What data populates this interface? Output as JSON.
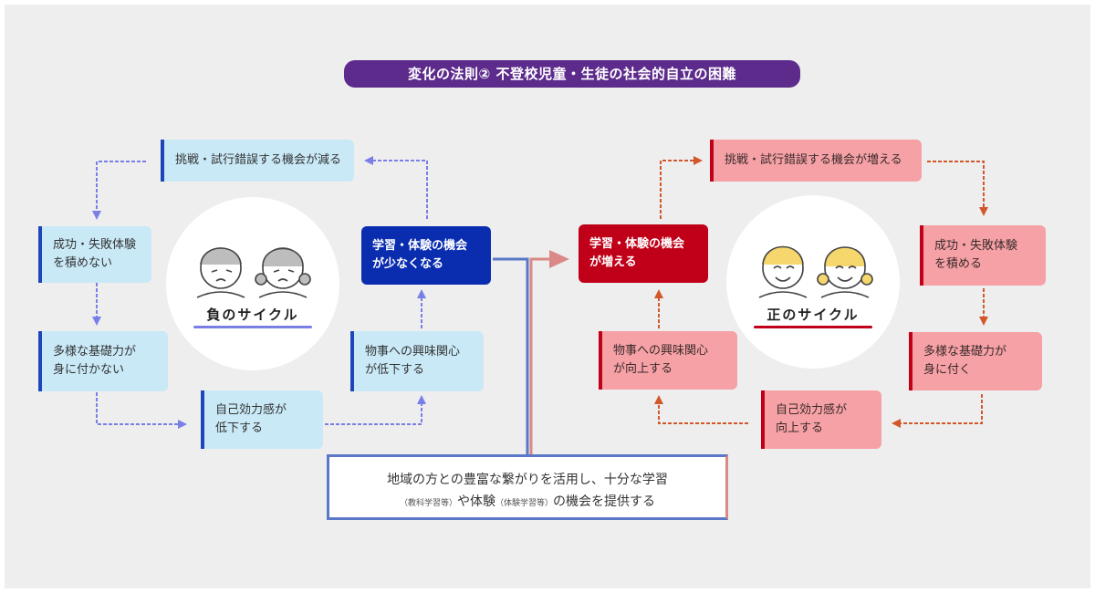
{
  "title": "変化の法則② 不登校児童・生徒の社会的自立の困難",
  "negative": {
    "cycle_label": "負のサイクル",
    "top": "挑戦・試行錯誤する機会が減る",
    "left1": "成功・失敗体験\nを積めない",
    "left2": "多様な基礎力が\n身に付かない",
    "bottom": "自己効力感が\n低下する",
    "right": "物事への興味関心\nが低下する",
    "key": "学習・体験の機会\nが少なくなる"
  },
  "positive": {
    "cycle_label": "正のサイクル",
    "top": "挑戦・試行錯誤する機会が増える",
    "right1": "成功・失敗体験\nを積める",
    "right2": "多様な基礎力が\n身に付く",
    "bottom": "自己効力感が\n向上する",
    "left": "物事への興味関心\nが向上する",
    "key": "学習・体験の機会\nが増える"
  },
  "solution": {
    "line1": "地域の方との豊富な繋がりを活用し、十分な学習",
    "note1": "（教科学習等）",
    "mid": "や体験",
    "note2": "（体験学習等）",
    "end": "の機会を提供する"
  },
  "colors": {
    "title_bg": "#5d2b8c",
    "negative_arrow": "#7a7fe8",
    "positive_arrow": "#d2582c",
    "negative_key": "#0a2db0",
    "positive_key": "#c00018"
  }
}
